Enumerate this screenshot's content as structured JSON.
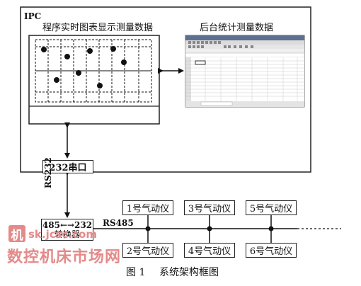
{
  "ipc": {
    "title": "IPC"
  },
  "realtime_panel": {
    "caption": "程序实时图表显示测量数据"
  },
  "stats_panel": {
    "caption": "后台统计测量数据"
  },
  "serial_port": {
    "label": "232串口"
  },
  "rs232": {
    "label": "RS232"
  },
  "converter": {
    "line1": "485←→232",
    "line2": "转换器"
  },
  "bus": {
    "label": "RS485"
  },
  "instruments_top": [
    "1号气动仪",
    "3号气动仪",
    "5号气动仪"
  ],
  "instruments_bottom": [
    "2号气动仪",
    "4号气动仪",
    "6号气动仪"
  ],
  "caption": {
    "figure": "图 1",
    "title": "系统架构框图"
  },
  "watermark": {
    "logo_char": "机",
    "site": "sk.jcsc.com",
    "name": "数控机床市场网"
  }
}
